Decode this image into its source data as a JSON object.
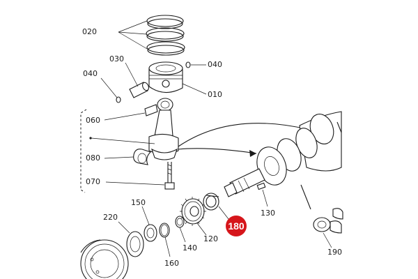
{
  "part_labels": {
    "p020": "020",
    "p030": "030",
    "p040_left": "040",
    "p040_right": "040",
    "p010": "010",
    "p060": "060",
    "p080": "080",
    "p070": "070",
    "p220": "220",
    "p150": "150",
    "p130": "130",
    "p120": "120",
    "p140": "140",
    "p160": "160",
    "p190": "190"
  },
  "highlight": {
    "label": "180",
    "color": "#d6161b"
  }
}
